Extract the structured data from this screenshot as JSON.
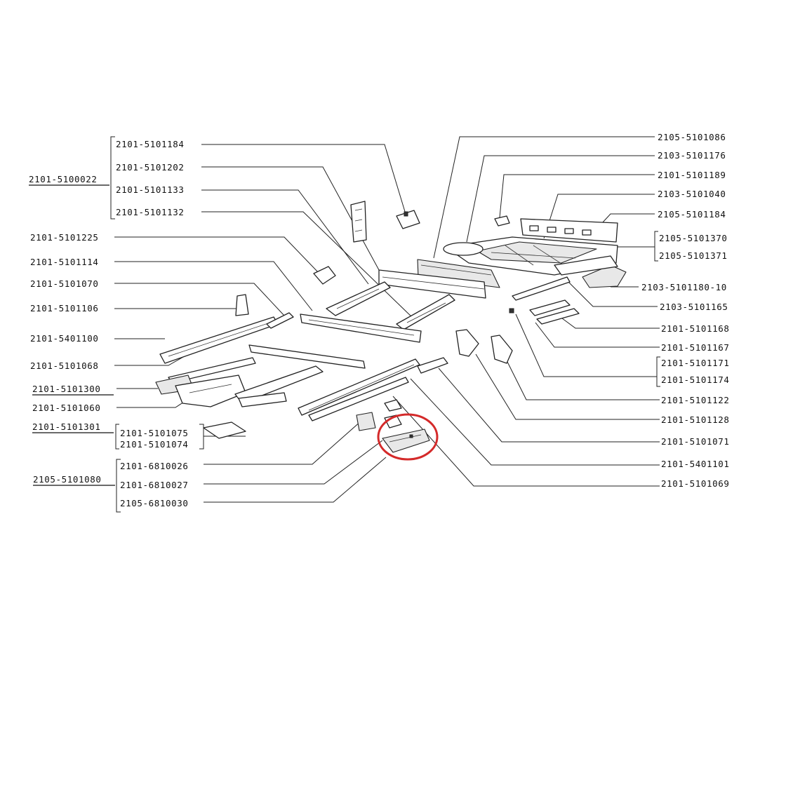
{
  "labels": {
    "l2101_5101184": "2101-5101184",
    "l2101_5101202": "2101-5101202",
    "l2101_5101133": "2101-5101133",
    "l2101_5101132": "2101-5101132",
    "l2101_5100022": "2101-5100022",
    "l2101_5101225": "2101-5101225",
    "l2101_5101114": "2101-5101114",
    "l2101_5101070": "2101-5101070",
    "l2101_5101106": "2101-5101106",
    "l2101_5401100": "2101-5401100",
    "l2101_5101068": "2101-5101068",
    "l2101_5101300": "2101-5101300",
    "l2101_5101060": "2101-5101060",
    "l2101_5101301": "2101-5101301",
    "l2101_5101075": "2101-5101075",
    "l2101_5101074": "2101-5101074",
    "l2101_6810026": "2101-6810026",
    "l2105_5101080": "2105-5101080",
    "l2101_6810027": "2101-6810027",
    "l2105_6810030": "2105-6810030",
    "r2105_5101086": "2105-5101086",
    "r2103_5101176": "2103-5101176",
    "r2101_5101189": "2101-5101189",
    "r2103_5101040": "2103-5101040",
    "r2105_5101184": "2105-5101184",
    "r2105_5101370": "2105-5101370",
    "r2105_5101371": "2105-5101371",
    "r2103_5101180_10": "2103-5101180-10",
    "r2103_5101165": "2103-5101165",
    "r2101_5101168": "2101-5101168",
    "r2101_5101167": "2101-5101167",
    "r2101_5101171": "2101-5101171",
    "r2101_5101174": "2101-5101174",
    "r2101_5101122": "2101-5101122",
    "r2101_5101128": "2101-5101128",
    "r2101_5101071": "2101-5101071",
    "r2101_5401101": "2101-5401101",
    "r2101_5101069": "2101-5101069"
  },
  "colors": {
    "highlight": "#d42a2a",
    "ink": "#111111",
    "background": "#ffffff"
  }
}
